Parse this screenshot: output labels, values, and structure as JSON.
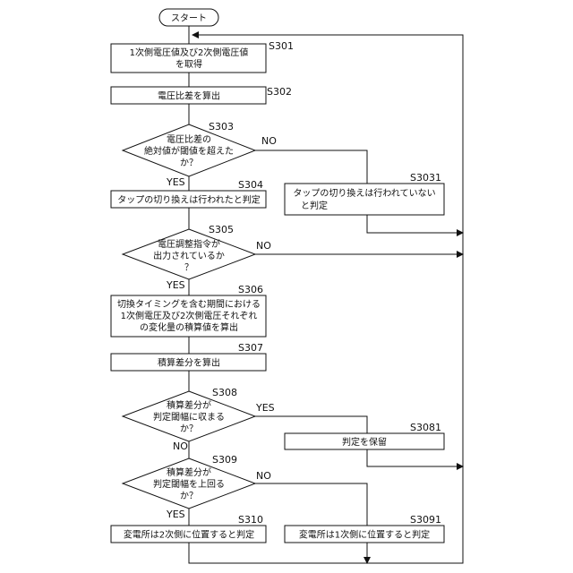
{
  "start": {
    "text": "スタート"
  },
  "steps": {
    "s301": {
      "label": "S301",
      "lines": [
        "1次側電圧値及び2次側電圧値",
        "を取得"
      ]
    },
    "s302": {
      "label": "S302",
      "lines": [
        "電圧比差を算出"
      ]
    },
    "s303": {
      "label": "S303",
      "lines": [
        "電圧比差の",
        "絶対値が閾値を超えた",
        "か？"
      ]
    },
    "s304": {
      "label": "S304",
      "lines": [
        "タップの切り換えは行われたと判定"
      ]
    },
    "s3031": {
      "label": "S3031",
      "lines": [
        "タップの切り換えは行われていない",
        "と判定"
      ]
    },
    "s305": {
      "label": "S305",
      "lines": [
        "電圧調整指令が",
        "出力されているか",
        "？"
      ]
    },
    "s306": {
      "label": "S306",
      "lines": [
        "切換タイミングを含む期間における",
        "1次側電圧及び2次側電圧それぞれ",
        "の変化量の積算値を算出"
      ]
    },
    "s307": {
      "label": "S307",
      "lines": [
        "積算差分を算出"
      ]
    },
    "s308": {
      "label": "S308",
      "lines": [
        "積算差分が",
        "判定閾幅に収まる",
        "か？"
      ]
    },
    "s3081": {
      "label": "S3081",
      "lines": [
        "判定を保留"
      ]
    },
    "s309": {
      "label": "S309",
      "lines": [
        "積算差分が",
        "判定閾幅を上回る",
        "か？"
      ]
    },
    "s310": {
      "label": "S310",
      "lines": [
        "変電所は2次側に位置すると判定"
      ]
    },
    "s3091": {
      "label": "S3091",
      "lines": [
        "変電所は1次側に位置すると判定"
      ]
    }
  },
  "branches": {
    "s303_yes": "YES",
    "s303_no": "NO",
    "s305_yes": "YES",
    "s305_no": "NO",
    "s308_yes": "YES",
    "s308_no": "NO",
    "s309_yes": "YES",
    "s309_no": "NO"
  }
}
